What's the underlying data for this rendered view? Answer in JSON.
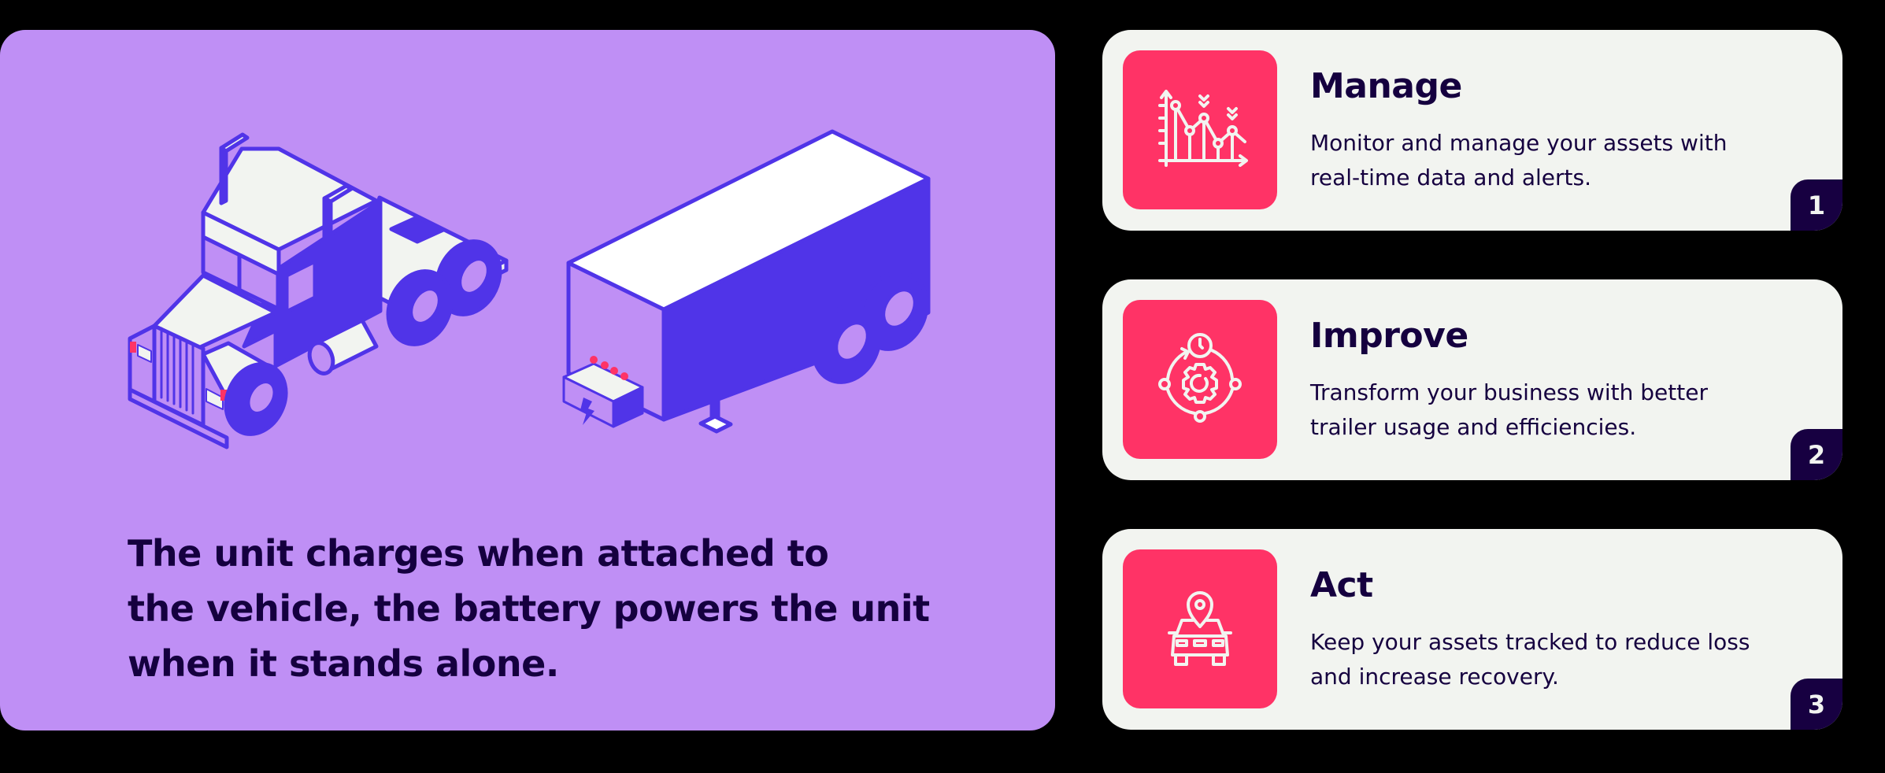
{
  "colors": {
    "panel_bg": "#bf8ff5",
    "card_bg": "#f2f4f0",
    "accent_pink": "#ff3366",
    "illustration_indigo": "#5034e8",
    "text_dark": "#15003f",
    "badge_bg": "#170041"
  },
  "hero": {
    "illustration": "truck-trailer-battery-illustration",
    "caption_lines": [
      "The unit charges when attached to",
      "the vehicle, the battery powers the unit",
      "when it stands alone."
    ]
  },
  "cards": [
    {
      "icon": "line-chart-icon",
      "title": "Manage",
      "description_lines": [
        "Monitor and manage your assets with",
        "real-time data and alerts."
      ],
      "number": "1"
    },
    {
      "icon": "gear-cycle-icon",
      "title": "Improve",
      "description_lines": [
        "Transform your business with better",
        "trailer usage and efficiencies."
      ],
      "number": "2"
    },
    {
      "icon": "car-location-pin-icon",
      "title": "Act",
      "description_lines": [
        "Keep your assets tracked to reduce loss",
        "and increase recovery."
      ],
      "number": "3"
    }
  ]
}
